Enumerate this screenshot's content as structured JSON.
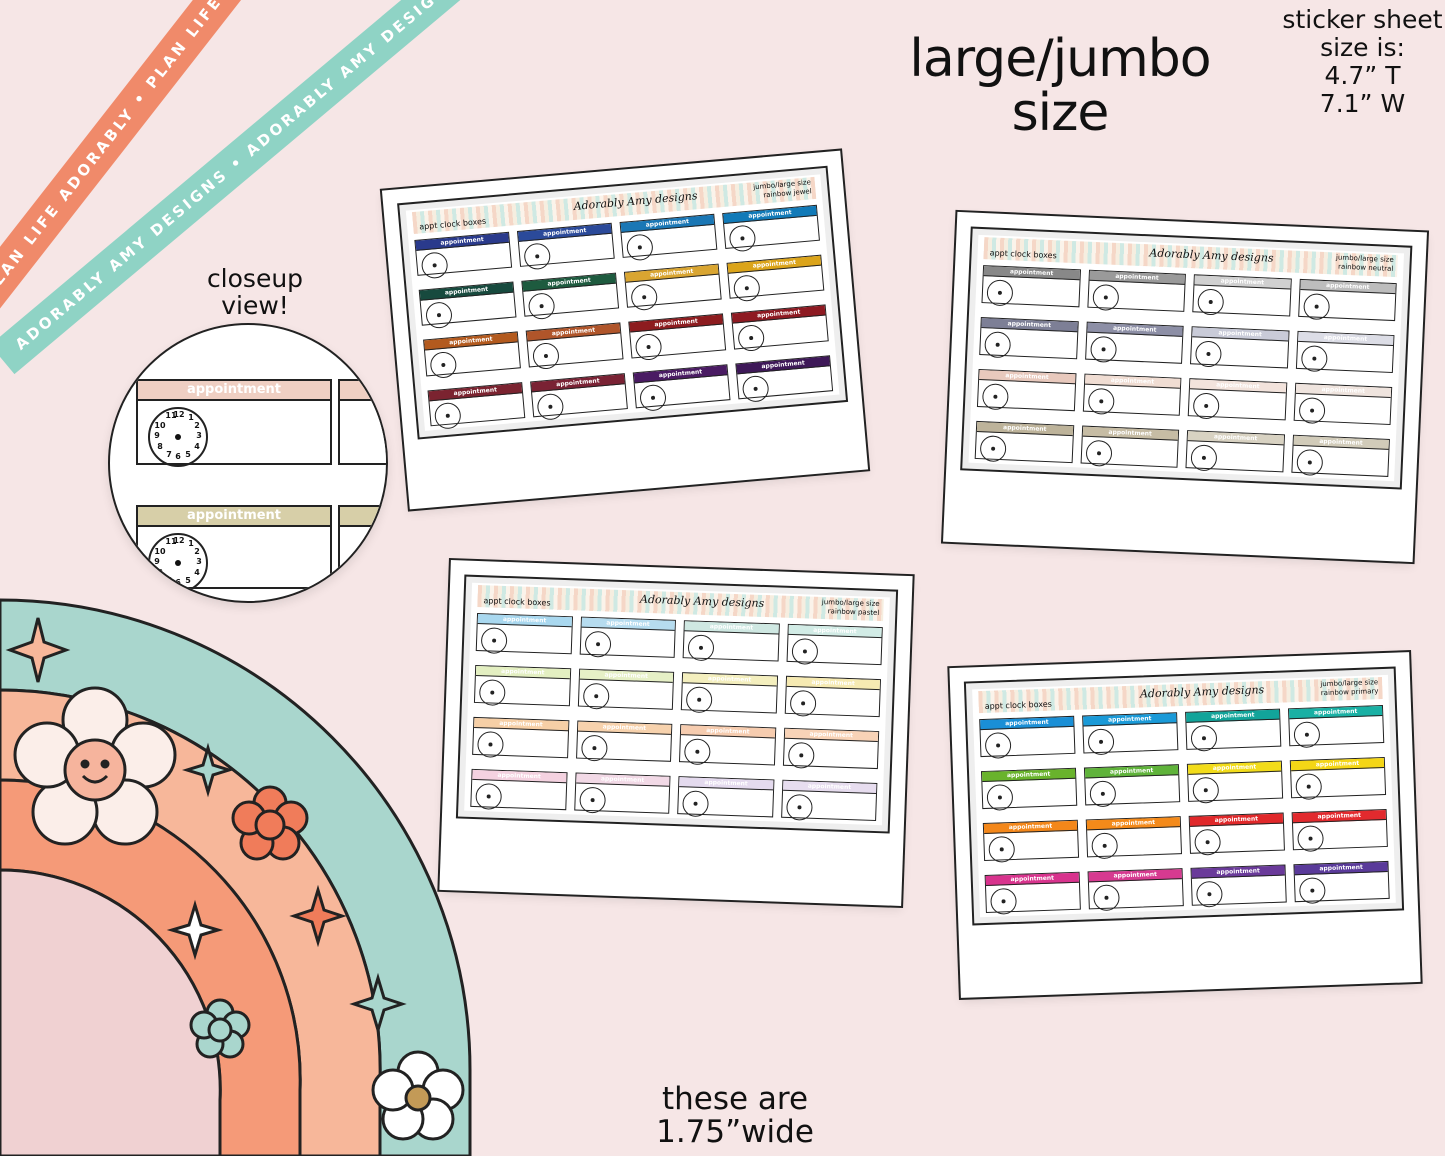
{
  "heading": {
    "line1": "large/jumbo",
    "line2": "size"
  },
  "sheet_info": {
    "line1": "sticker sheet",
    "line2": "size is:",
    "line3": "4.7” T",
    "line4": "7.1” W"
  },
  "closeup": {
    "label_line1": "closeup",
    "label_line2": "view!",
    "box_label": "appointment",
    "clock_numbers": [
      "11",
      "12",
      "1",
      "10",
      "2",
      "9",
      "3",
      "8",
      "4",
      "7",
      "6",
      "5"
    ],
    "colors": [
      "#efcfc3",
      "#d7cfa8"
    ]
  },
  "bottom_note": {
    "line1": "these are",
    "line2": "1.75”wide"
  },
  "ribbons": {
    "coral_text": "PLAN LIFE ADORABLY • PLAN LIFE ADORABLY • PLAN LIFE ADORABLY",
    "mint_text": "ADORABLY AMY DESIGNS • ADORABLY AMY DESIGNS • ADORABLY AMY DESIGNS"
  },
  "sheets": [
    {
      "left_label": "appt clock boxes",
      "brand": "Adorably Amy designs",
      "size_line1": "jumbo/large size",
      "size_line2": "rainbow jewel",
      "box_label": "appointment",
      "colors": [
        "#2a3a8c",
        "#2b4a9a",
        "#1a77b5",
        "#117ab8",
        "#174a3e",
        "#1e5b3f",
        "#d9a531",
        "#dba41a",
        "#b35a1e",
        "#b0552a",
        "#8d1c1f",
        "#8e1a22",
        "#7b2330",
        "#7a2234",
        "#4a1b63",
        "#3e1858"
      ]
    },
    {
      "left_label": "appt clock boxes",
      "brand": "Adorably Amy designs",
      "size_line1": "jumbo/large size",
      "size_line2": "rainbow neutral",
      "box_label": "appointment",
      "colors": [
        "#888888",
        "#9a9a9a",
        "#d0d0d0",
        "#bdbdbd",
        "#7d7f96",
        "#8d8fa6",
        "#c9cbd8",
        "#dcdde6",
        "#e8c9bd",
        "#f0ddd3",
        "#f2e3dc",
        "#efe4de",
        "#bdb39a",
        "#c6bca4",
        "#d8d2c2",
        "#d1cbb9"
      ]
    },
    {
      "left_label": "appt clock boxes",
      "brand": "Adorably Amy designs",
      "size_line1": "jumbo/large size",
      "size_line2": "rainbow pastel",
      "box_label": "appointment",
      "colors": [
        "#a9d8ef",
        "#b6dcef",
        "#cfe8e2",
        "#d2ece6",
        "#e3efc1",
        "#e6f0c6",
        "#f4efbe",
        "#f6eab2",
        "#f6cfa6",
        "#f7d2ad",
        "#f6ccaf",
        "#f8d3b7",
        "#f4d2e0",
        "#f2d9e6",
        "#e4daee",
        "#e7ddef"
      ]
    },
    {
      "left_label": "appt clock boxes",
      "brand": "Adorably Amy designs",
      "size_line1": "jumbo/large size",
      "size_line2": "rainbow primary",
      "box_label": "appointment",
      "colors": [
        "#1a8fd6",
        "#1a9ad8",
        "#12a49a",
        "#19b0a4",
        "#69b32c",
        "#5fb33a",
        "#f2dc1a",
        "#f4d616",
        "#f3871a",
        "#f48a1a",
        "#e0282a",
        "#e22a2e",
        "#d8338d",
        "#d63a90",
        "#6a3a9a",
        "#5a3a9a"
      ]
    }
  ],
  "rainbow_colors": {
    "mint": "#a9d6cd",
    "peach": "#f7b79a",
    "coral": "#f59a78",
    "pink": "#f0d1d2",
    "outline": "#222222"
  }
}
